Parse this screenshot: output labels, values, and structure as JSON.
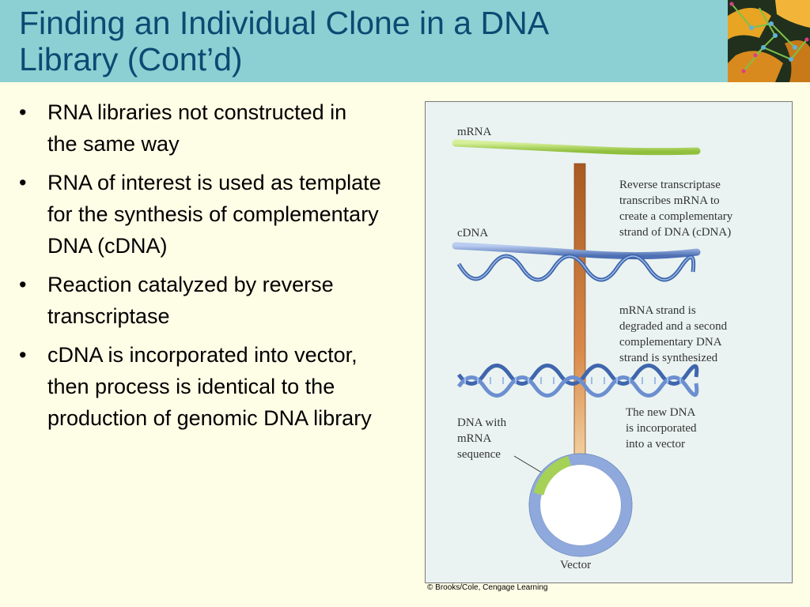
{
  "slide": {
    "title_line1": "Finding an Individual Clone in a DNA",
    "title_line2": "Library (Cont’d)",
    "bullets": [
      "RNA libraries not constructed in the same way",
      "RNA of interest is used as template for the synthesis of complementary DNA (cDNA)",
      "Reaction catalyzed by reverse transcriptase",
      "cDNA is incorporated into vector, then process is identical to the production of genomic DNA library"
    ]
  },
  "figure": {
    "labels": {
      "mrna": "mRNA",
      "cdna": "cDNA",
      "dna_with_mrna": [
        "DNA with",
        "mRNA",
        "sequence"
      ],
      "vector": "Vector"
    },
    "notes": {
      "step1": [
        "Reverse transcriptase",
        "transcribes mRNA to",
        "create a complementary",
        "strand of DNA (cDNA)"
      ],
      "step2": [
        "mRNA strand is",
        "degraded and a second",
        "complementary DNA",
        "strand is synthesized"
      ],
      "step3": [
        "The new DNA",
        "is incorporated",
        "into a vector"
      ]
    },
    "credit": "© Brooks/Cole, Cengage Learning"
  },
  "colors": {
    "header": "#8dd0d3",
    "title_text": "#0c4a73",
    "background": "#fefde6",
    "mrna_green": "#a6d157",
    "dna_blue": "#5b7fc4",
    "arrow_brown": "#b5692c"
  }
}
